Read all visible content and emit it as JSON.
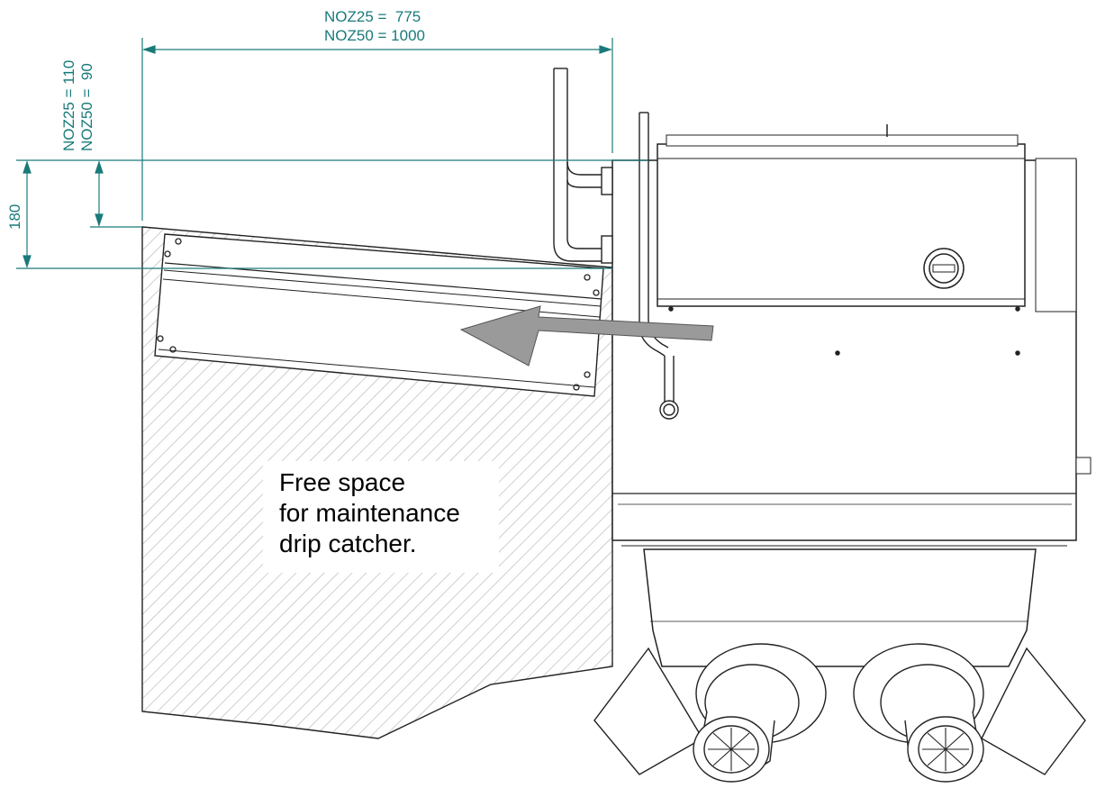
{
  "dimensions": {
    "top_line1": "NOZ25 =  775",
    "top_line2": "NOZ50 = 1000",
    "left_line1": "NOZ25 = 110",
    "left_line2": "NOZ50 =  90",
    "height": "180"
  },
  "note": {
    "line1": "Free space",
    "line2": "for maintenance",
    "line3": "drip catcher."
  },
  "colors": {
    "dimension": "#1a7a7a",
    "arrow": "#9a9a9a",
    "hatch": "#b5b5b5"
  }
}
